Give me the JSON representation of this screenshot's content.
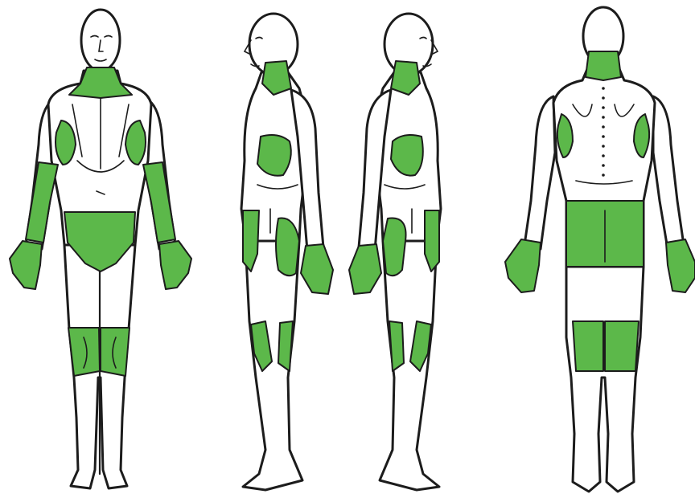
{
  "colors": {
    "highlight": "#5cb84a",
    "outline": "#1c1c1c",
    "skin": "#ffffff",
    "background": "#ffffff"
  },
  "figures": [
    {
      "view": "front",
      "highlighted_regions": [
        "neck-and-upper-chest",
        "right-armpit",
        "left-armpit",
        "right-forearm",
        "left-forearm",
        "right-hand",
        "left-hand",
        "groin",
        "right-knee",
        "left-knee"
      ]
    },
    {
      "view": "right-side",
      "highlighted_regions": [
        "neck",
        "armpit",
        "hand",
        "front-thigh",
        "back-thigh",
        "knee-back"
      ]
    },
    {
      "view": "left-side",
      "highlighted_regions": [
        "neck",
        "armpit",
        "hand",
        "front-thigh",
        "back-thigh",
        "knee-back"
      ]
    },
    {
      "view": "back",
      "highlighted_regions": [
        "back-of-neck",
        "right-armpit",
        "left-armpit",
        "right-hand",
        "left-hand",
        "buttocks",
        "back-of-right-knee",
        "back-of-left-knee"
      ]
    }
  ]
}
